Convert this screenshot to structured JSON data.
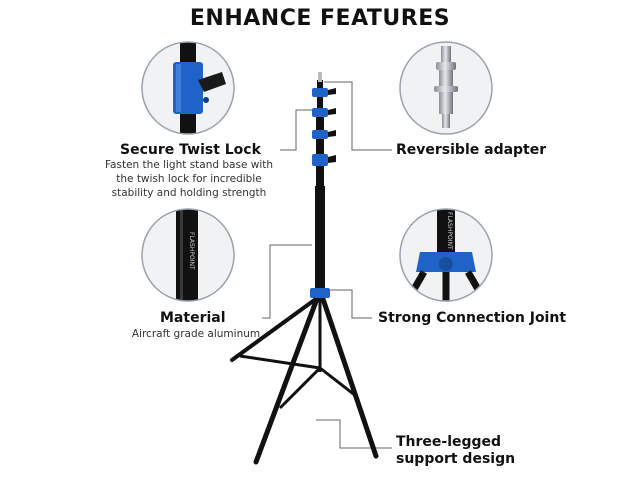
{
  "page": {
    "title": "ENHANCE FEATURES"
  },
  "features": {
    "twist_lock": {
      "title": "Secure Twist Lock",
      "description_lines": [
        "Fasten the light stand base with",
        "the twish lock for incredible",
        "stability and holding strength"
      ]
    },
    "material": {
      "title": "Material",
      "description": "Aircraft grade aluminum",
      "brand_mark": "FLASHPOINT"
    },
    "adapter": {
      "title": "Reversible adapter"
    },
    "joint": {
      "title": "Strong Connection Joint",
      "brand_mark": "FLASHPOINT"
    },
    "legs": {
      "title_lines": [
        "Three-legged",
        "support design"
      ]
    }
  },
  "colors": {
    "accent_blue": "#1f63c9",
    "stand_black": "#111111",
    "circle_fill": "#f1f2f4",
    "circle_border": "#9aa3ad",
    "leader_line": "#666666"
  }
}
